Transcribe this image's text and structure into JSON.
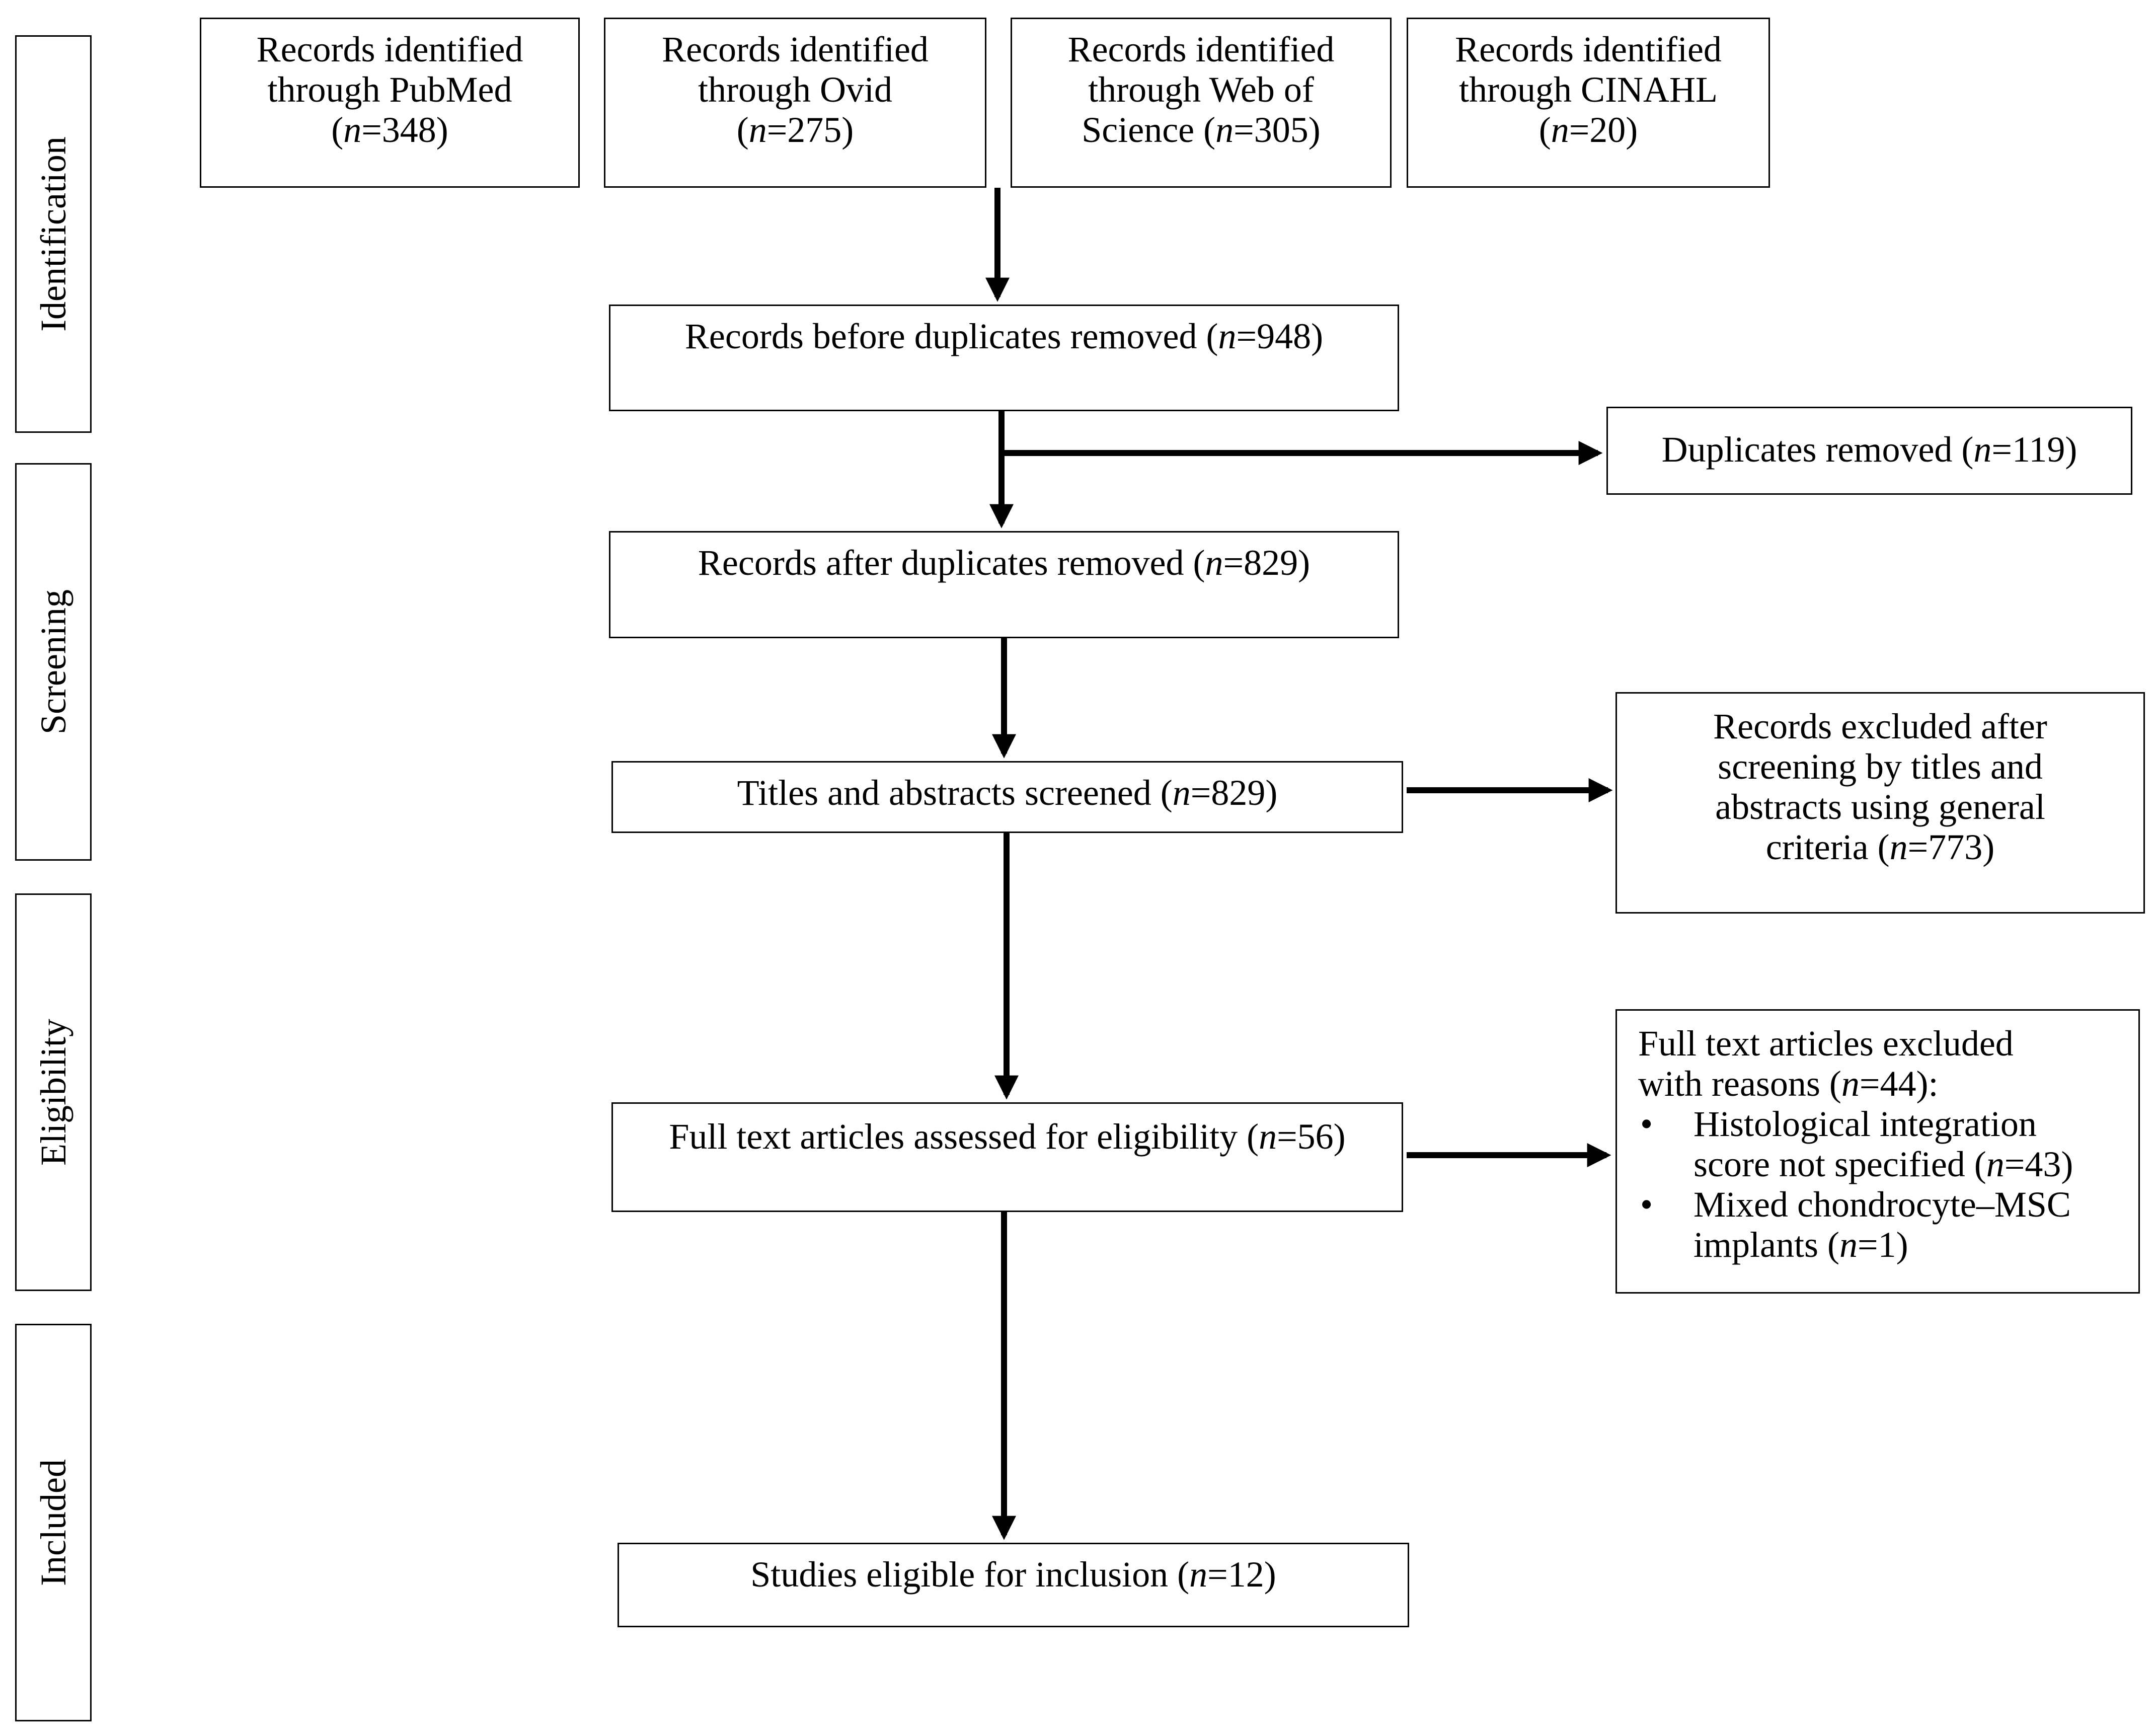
{
  "stages": [
    {
      "label": "Identification"
    },
    {
      "label": "Screening"
    },
    {
      "label": "Eligibility"
    },
    {
      "label": "Included"
    }
  ],
  "sources": [
    {
      "line1": "Records identified",
      "line2": "through PubMed",
      "count_pre": "(",
      "n": "n",
      "count_post": "=348)"
    },
    {
      "line1": "Records identified",
      "line2": "through Ovid",
      "count_pre": "(",
      "n": "n",
      "count_post": "=275)"
    },
    {
      "line1": "Records identified",
      "line2": "through Web of",
      "count_pre": "Science (",
      "n": "n",
      "count_post": "=305)"
    },
    {
      "line1": "Records identified",
      "line2": "through CINAHL",
      "count_pre": "(",
      "n": "n",
      "count_post": "=20)"
    }
  ],
  "flow": {
    "before_dup": {
      "text": "Records before duplicates removed (",
      "n": "n",
      "post": "=948)"
    },
    "duplicates": {
      "text": "Duplicates removed (",
      "n": "n",
      "post": "=119)"
    },
    "after_dup": {
      "text": "Records after duplicates removed (",
      "n": "n",
      "post": "=829)"
    },
    "screened": {
      "text": "Titles and abstracts screened (",
      "n": "n",
      "post": "=829)"
    },
    "excluded_screen": {
      "line1": "Records excluded after",
      "line2": "screening by titles and",
      "line3": "abstracts using general",
      "line4_pre": "criteria (",
      "n": "n",
      "line4_post": "=773)"
    },
    "fulltext": {
      "text": "Full text articles assessed for eligibility (",
      "n": "n",
      "post": "=56)"
    },
    "excluded_full": {
      "line1": "Full text articles excluded",
      "line2_pre": "with reasons (",
      "n": "n",
      "line2_post": "=44):",
      "bullet": "•",
      "reason1_line1": "Histological integration",
      "reason1_line2_pre": "score not specified (",
      "reason1_n": "n",
      "reason1_line2_post": "=43)",
      "reason2_line1": "Mixed chondrocyte–MSC",
      "reason2_line2_pre": "implants (",
      "reason2_n": "n",
      "reason2_line2_post": "=1)"
    },
    "included": {
      "text": "Studies eligible for inclusion (",
      "n": "n",
      "post": "=12)"
    }
  }
}
